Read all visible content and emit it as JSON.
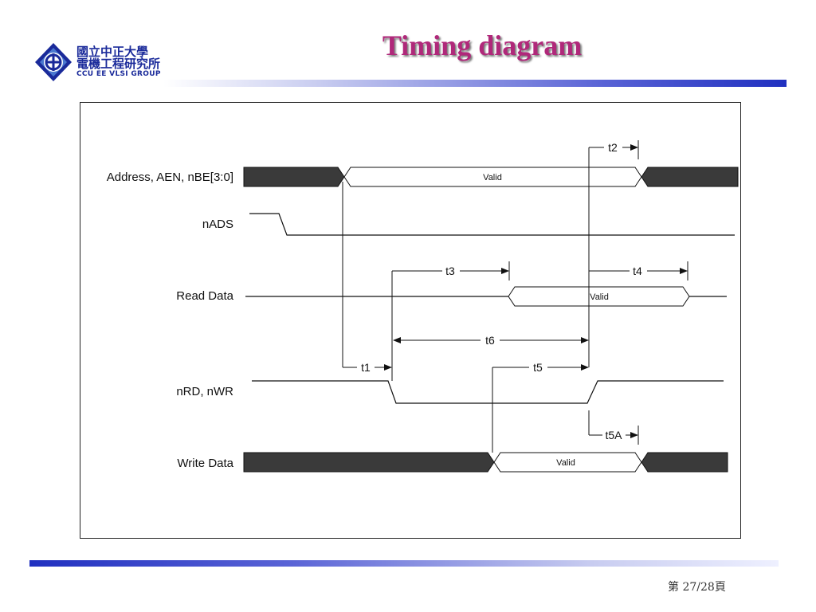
{
  "slide": {
    "title": "Timing diagram",
    "page_prefix": "第",
    "page_current": "27",
    "page_sep": "/28",
    "page_suffix": "頁"
  },
  "logo": {
    "line1": "國立中正大學",
    "line2": "電機工程研究所",
    "line3": "CCU EE VLSI GROUP"
  },
  "diagram": {
    "signals": [
      {
        "id": "addr",
        "label": "Address, AEN, nBE[3:0]"
      },
      {
        "id": "nads",
        "label": "nADS"
      },
      {
        "id": "rdata",
        "label": "Read Data"
      },
      {
        "id": "nrd",
        "label": "nRD, nWR"
      },
      {
        "id": "wdata",
        "label": "Write Data"
      }
    ],
    "valid_label": "Valid",
    "timings": {
      "t1": "t1",
      "t2": "t2",
      "t3": "t3",
      "t4": "t4",
      "t5": "t5",
      "t5a": "t5A",
      "t6": "t6"
    }
  },
  "colors": {
    "title": "#b0287a",
    "logo_text": "#1a2a9a",
    "bar": "#2030c0",
    "bus_fill": "#3a3a3a"
  }
}
